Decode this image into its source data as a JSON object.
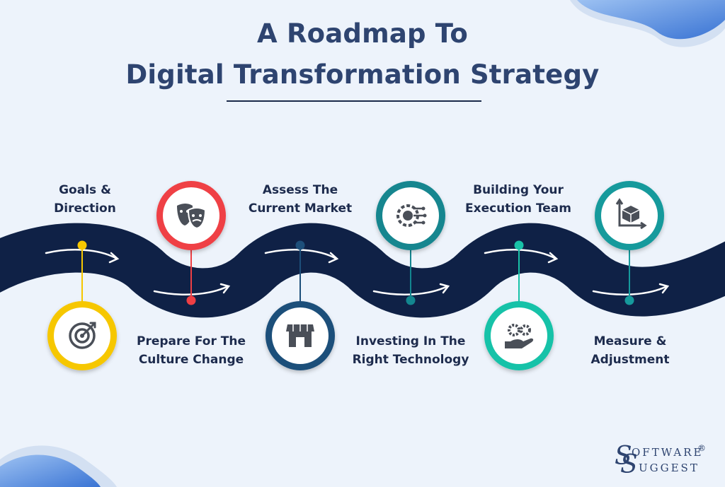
{
  "title": {
    "line1": "A Roadmap To",
    "line2": "Digital Transformation Strategy"
  },
  "steps": [
    {
      "label_line1": "Goals &",
      "label_line2": "Direction",
      "icon": "target-icon",
      "color": "#f6c700"
    },
    {
      "label_line1": "Prepare For The",
      "label_line2": "Culture Change",
      "icon": "theater-masks-icon",
      "color": "#ef3f44"
    },
    {
      "label_line1": "Assess The",
      "label_line2": "Current Market",
      "icon": "storefront-icon",
      "color": "#1d4f7a"
    },
    {
      "label_line1": "Investing In The",
      "label_line2": "Right Technology",
      "icon": "circuit-gear-icon",
      "color": "#13868f"
    },
    {
      "label_line1": "Building Your",
      "label_line2": "Execution Team",
      "icon": "gears-hand-icon",
      "color": "#19c2a8"
    },
    {
      "label_line1": "Measure &",
      "label_line2": "Adjustment",
      "icon": "3d-box-axes-icon",
      "color": "#169a9c"
    }
  ],
  "brand": {
    "initial1": "S",
    "word1": "OFTWARE",
    "initial2": "S",
    "word2": "UGGEST",
    "registered": "®"
  },
  "colors": {
    "background": "#edf3fb",
    "road": "#0f2146",
    "title": "#2e4470",
    "label": "#1d2b4d",
    "blob": "#3f7fd8"
  }
}
